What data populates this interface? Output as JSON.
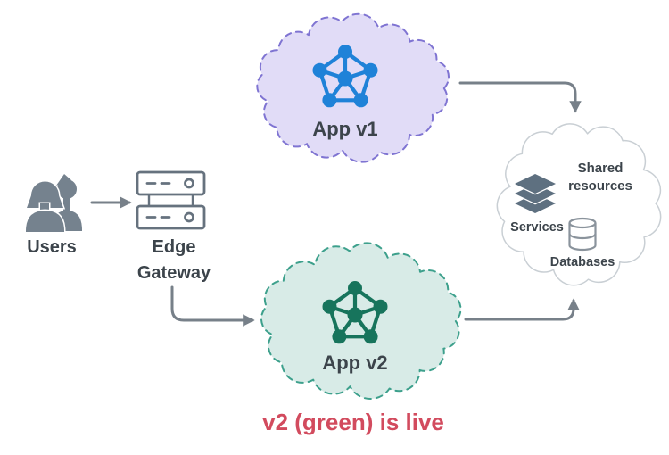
{
  "nodes": {
    "users": {
      "label": "Users"
    },
    "gateway": {
      "line1": "Edge",
      "line2": "Gateway"
    },
    "app_v1": {
      "label": "App v1"
    },
    "app_v2": {
      "label": "App v2"
    },
    "shared": {
      "title_line1": "Shared",
      "title_line2": "resources",
      "services_label": "Services",
      "databases_label": "Databases"
    }
  },
  "caption": {
    "text": "v2 (green) is live"
  },
  "icons": {
    "users-icon": "two-people silhouette",
    "edge-gateway-icon": "stacked server boxes",
    "app-v1-network-icon": "pentagon mesh network",
    "app-v2-network-icon": "pentagon mesh network",
    "services-icon": "layers stack",
    "databases-icon": "database cylinder"
  },
  "colors": {
    "v1_fill": "#e1dcf7",
    "v1_border": "#7f74d2",
    "v1_icon": "#1f82d8",
    "v2_fill": "#d8ebe7",
    "v2_border": "#3da08c",
    "v2_icon": "#17745c",
    "shared_fill": "#ffffff",
    "shared_border": "#c9cfd4",
    "arrow": "#778089",
    "icon_gray": "#66727e",
    "icon_fill": "#75828e",
    "icon_light": "#8a939c",
    "layers": "#5e7080",
    "text": "#3c444b",
    "caption": "#d24b5e"
  }
}
